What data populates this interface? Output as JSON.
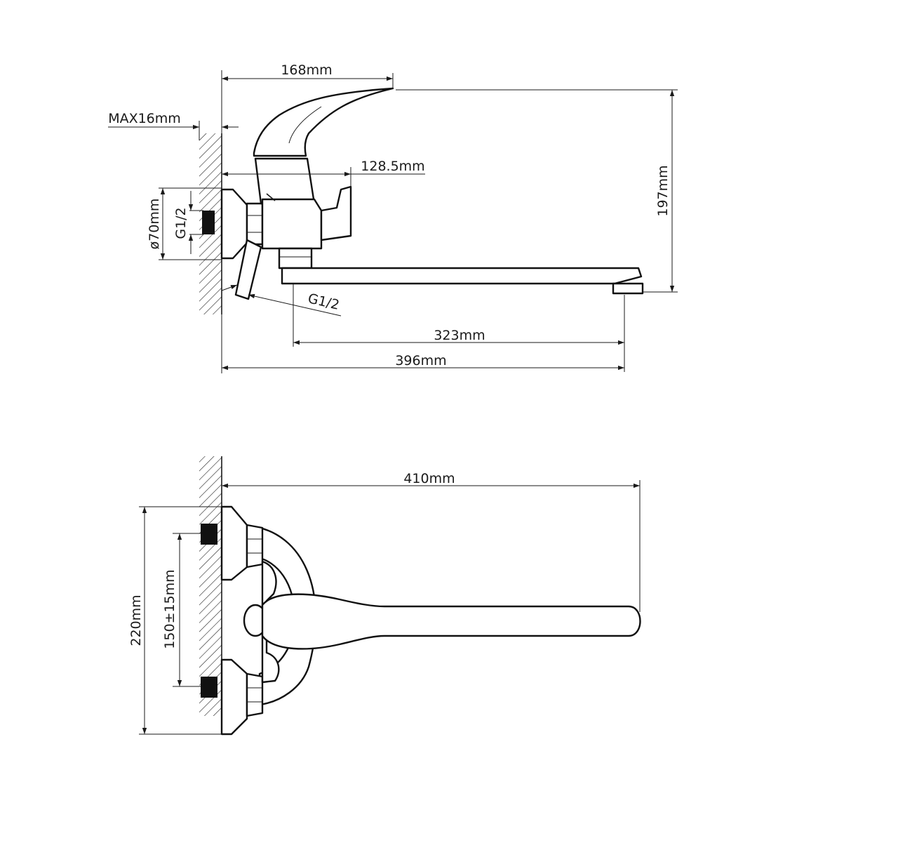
{
  "colors": {
    "line": "#1a1a1a",
    "background": "#ffffff"
  },
  "side_view": {
    "width_168": "168mm",
    "wall_gap": "MAX16mm",
    "handle_depth": "128.5mm",
    "height_197": "197mm",
    "flange_dia": "ø70mm",
    "inlet_thread": "G1/2",
    "outlet_thread": "G1/2",
    "spout_323": "323mm",
    "total_396": "396mm"
  },
  "front_view": {
    "spout_410": "410mm",
    "height_220": "220mm",
    "centers_150": "150±15mm"
  }
}
